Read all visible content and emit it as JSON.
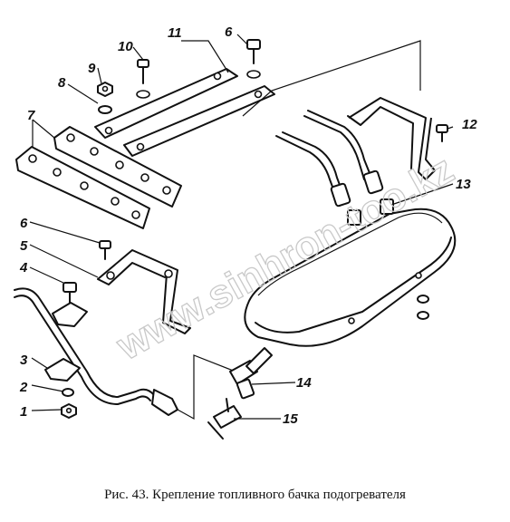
{
  "figure": {
    "caption": "Рис. 43. Крепление топливного бачка подогревателя",
    "watermark": "www.sinhron-too.kz"
  },
  "callouts": [
    {
      "id": "1",
      "label": "1"
    },
    {
      "id": "2",
      "label": "2"
    },
    {
      "id": "3",
      "label": "3"
    },
    {
      "id": "4",
      "label": "4"
    },
    {
      "id": "5",
      "label": "5"
    },
    {
      "id": "6a",
      "label": "6"
    },
    {
      "id": "6b",
      "label": "6"
    },
    {
      "id": "7",
      "label": "7"
    },
    {
      "id": "8",
      "label": "8"
    },
    {
      "id": "9",
      "label": "9"
    },
    {
      "id": "10",
      "label": "10"
    },
    {
      "id": "11",
      "label": "11"
    },
    {
      "id": "12",
      "label": "12"
    },
    {
      "id": "13",
      "label": "13"
    },
    {
      "id": "14",
      "label": "14"
    },
    {
      "id": "15",
      "label": "15"
    }
  ]
}
